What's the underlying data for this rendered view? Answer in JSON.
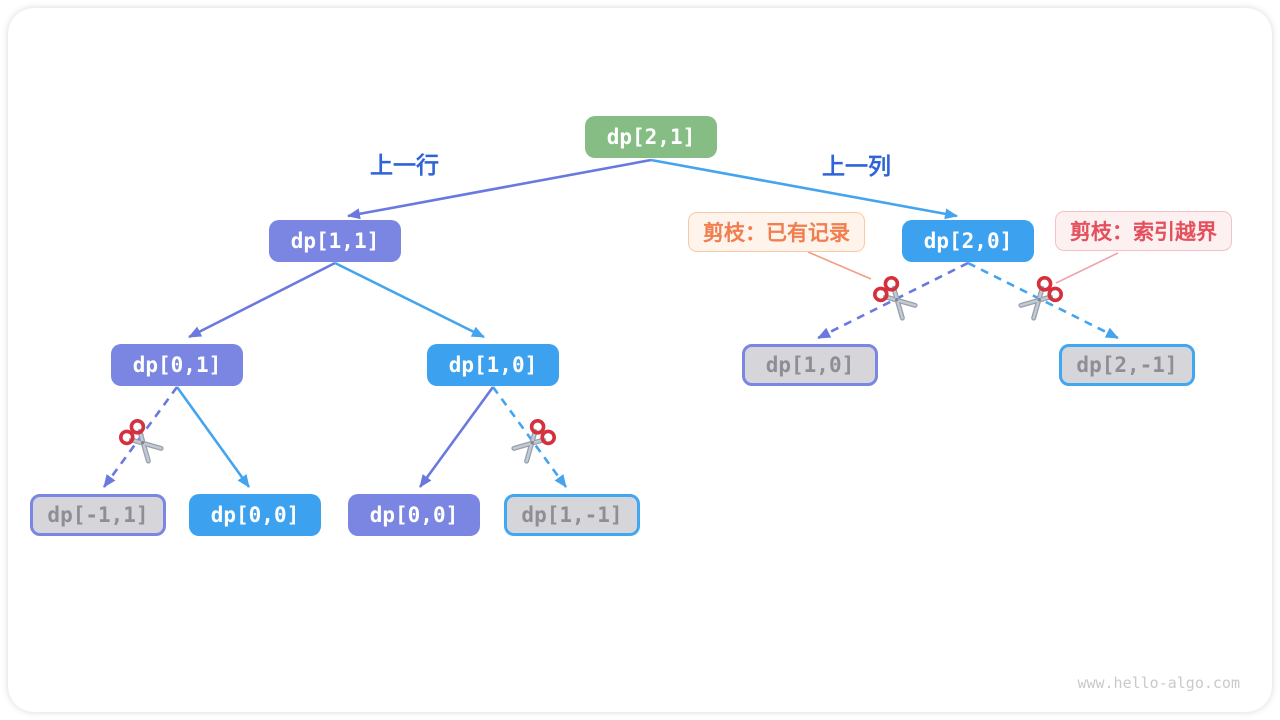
{
  "diagram": {
    "title_semantic": "dp-search-tree-pruning",
    "edge_labels": {
      "prev_row": "上一行",
      "prev_col": "上一列"
    },
    "callouts": {
      "pruning_memo": "剪枝：已有记录",
      "pruning_bounds": "剪枝：索引越界"
    },
    "nodes": {
      "root": {
        "label": "dp[2,1]",
        "style": "green"
      },
      "l": {
        "label": "dp[1,1]",
        "style": "purple"
      },
      "r": {
        "label": "dp[2,0]",
        "style": "blue"
      },
      "ll": {
        "label": "dp[0,1]",
        "style": "purple"
      },
      "lr": {
        "label": "dp[1,0]",
        "style": "blue"
      },
      "rl": {
        "label": "dp[1,0]",
        "style": "pruned-purple"
      },
      "rr": {
        "label": "dp[2,-1]",
        "style": "pruned-blue"
      },
      "lll": {
        "label": "dp[-1,1]",
        "style": "pruned-purple"
      },
      "llr": {
        "label": "dp[0,0]",
        "style": "blue"
      },
      "lrl": {
        "label": "dp[0,0]",
        "style": "purple"
      },
      "lrr": {
        "label": "dp[1,-1]",
        "style": "pruned-blue"
      }
    },
    "icons": {
      "scissors": "✂"
    },
    "colors": {
      "node_green": "#85bd85",
      "node_purple": "#7a86e2",
      "node_blue": "#3ca2f0",
      "node_pruned_fill": "#d5d5da",
      "node_pruned_text": "#8e8e96",
      "edge_purple": "#6a79df",
      "edge_blue": "#45a4ee",
      "edge_label_blue": "#2f64d8",
      "callout_orange_text": "#f07e4f",
      "callout_red_text": "#e4505c",
      "scissors_red": "#d5303e",
      "scissors_blade": "#b8bec8"
    },
    "watermark": "www.hello-algo.com"
  }
}
